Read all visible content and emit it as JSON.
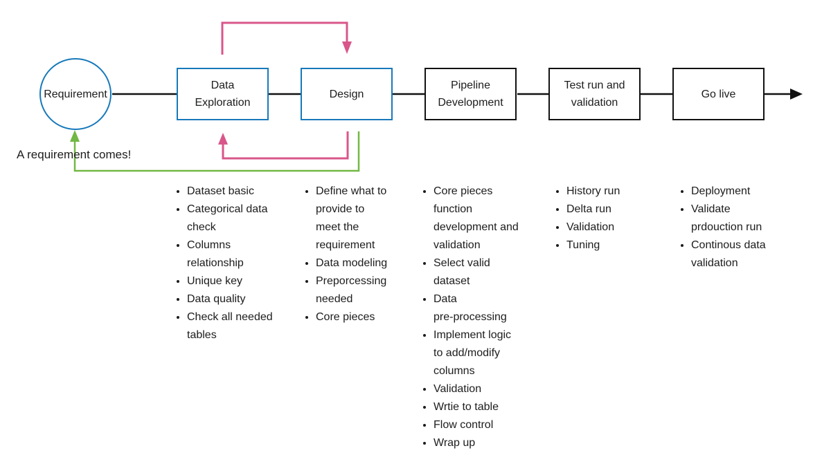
{
  "colors": {
    "accent_blue": "#1779ba",
    "loop_pink": "#d8568a",
    "feedback_green": "#72b844",
    "line_black": "#111111",
    "text": "#1c1c1c",
    "background": "#ffffff"
  },
  "annotation": {
    "text": "A requirement comes!"
  },
  "start": {
    "label": "Requirement"
  },
  "stages": [
    {
      "label": "Data\nExploration",
      "items": [
        "Dataset basic",
        "Categorical data\ncheck",
        "Columns\nrelationship",
        "Unique key",
        "Data quality",
        "Check all needed\ntables"
      ]
    },
    {
      "label": "Design",
      "items": [
        "Define what to\nprovide to\nmeet the\nrequirement",
        "Data modeling",
        "Preporcessing\nneeded",
        "Core pieces"
      ]
    },
    {
      "label": "Pipeline\nDevelopment",
      "items": [
        "Core pieces\nfunction\ndevelopment and\nvalidation",
        "Select valid\ndataset",
        "Data\npre-processing",
        "Implement logic\nto add/modify\ncolumns",
        "Validation",
        "Wrtie to table",
        "Flow control",
        "Wrap up"
      ]
    },
    {
      "label": "Test run and\nvalidation",
      "items": [
        "History run",
        "Delta run",
        "Validation",
        "Tuning"
      ]
    },
    {
      "label": "Go live",
      "items": [
        "Deployment",
        "Validate\nprdouction run",
        "Continous data\nvalidation"
      ]
    }
  ]
}
